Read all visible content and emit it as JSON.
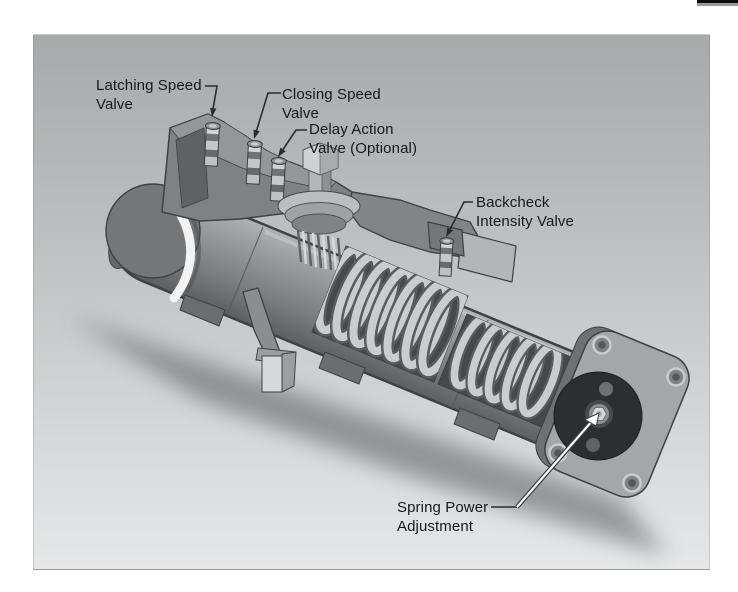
{
  "figure": {
    "kind": "labeled-technical-illustration",
    "labels": {
      "latching": "Latching Speed\nValve",
      "closing": "Closing Speed\nValve",
      "delay": "Delay Action\nValve (Optional)",
      "backcheck": "Backcheck\nIntensity Valve",
      "spring_power": "Spring Power\nAdjustment"
    },
    "colors": {
      "page_background": "#ffffff",
      "figure_background_top": "#a8a9ab",
      "figure_background_bottom": "#e6e7e9",
      "label_text": "#17181a",
      "leader_line": "#2a2c2e",
      "highlight_arrow": "#ffffff",
      "body_metal_light": "#b2b4b6",
      "body_metal_dark": "#5a5c5e",
      "spring_coil": "#cbccce",
      "end_cap_disc": "#2c2e30",
      "corner_marker": "#0c0c0c"
    }
  }
}
